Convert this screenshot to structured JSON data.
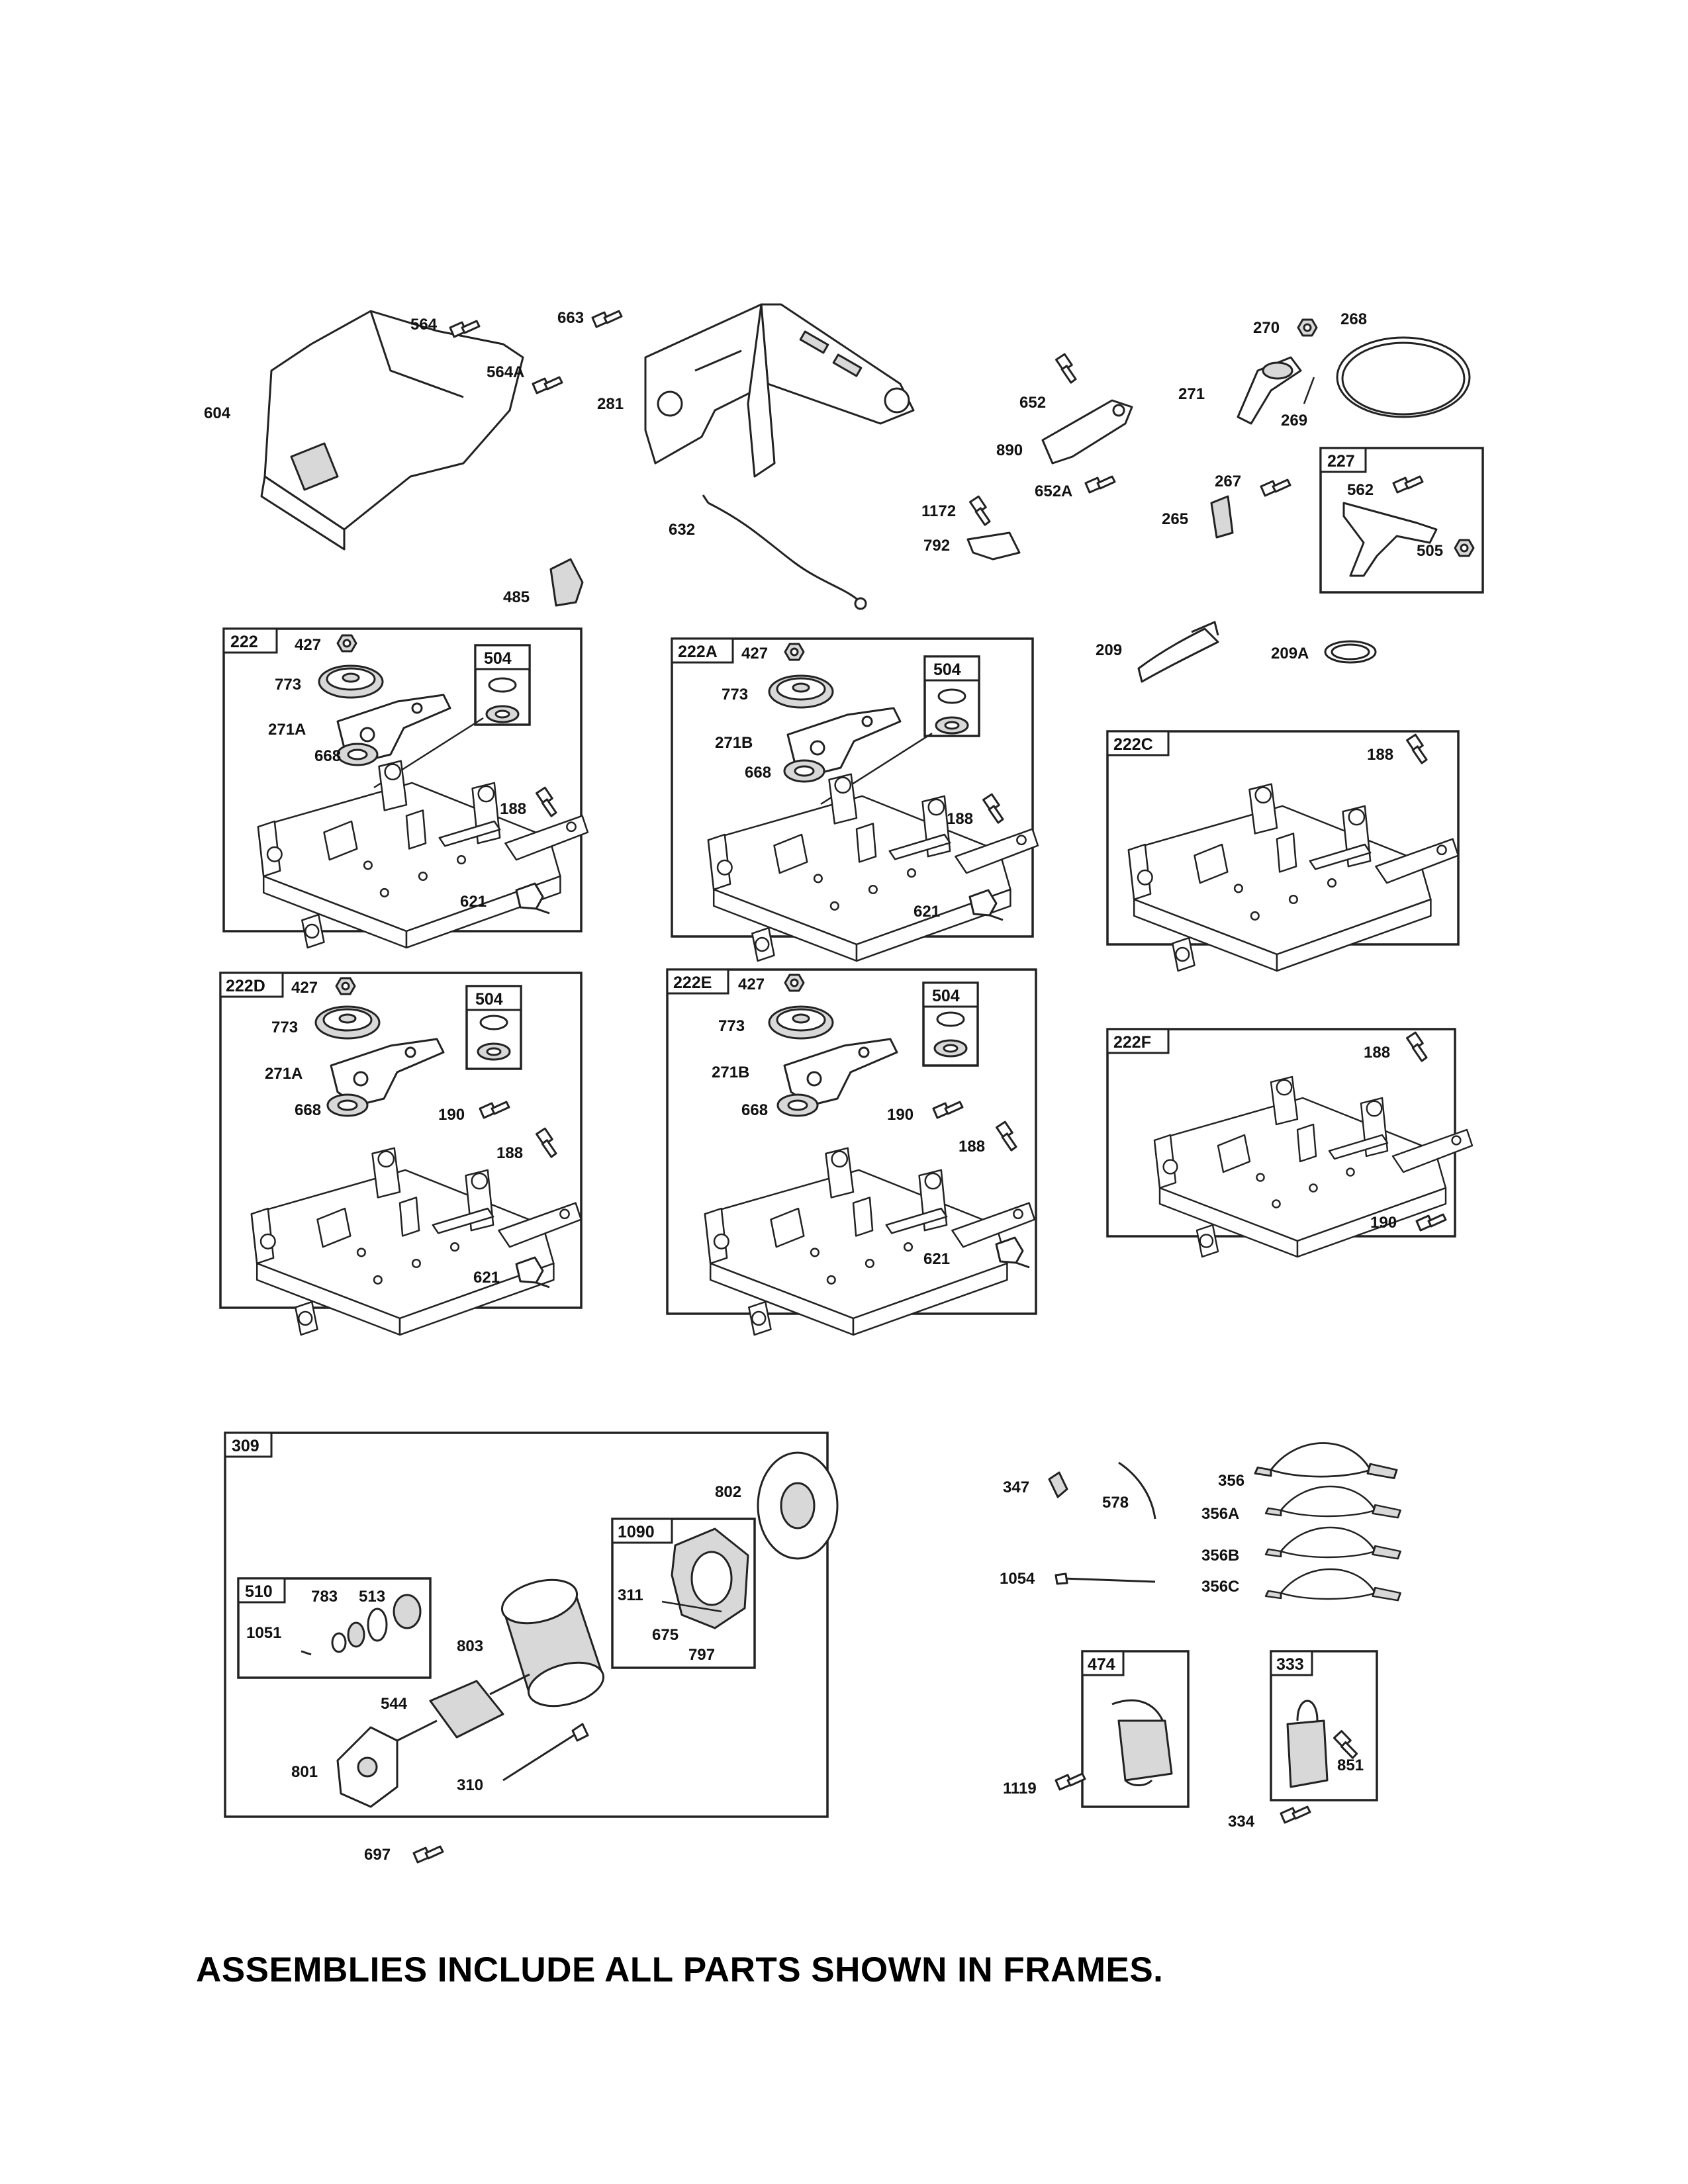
{
  "footer": {
    "note": "ASSEMBLIES INCLUDE ALL PARTS SHOWN IN FRAMES."
  },
  "frames": {
    "f227": "227",
    "f222": "222",
    "f222A": "222A",
    "f222C": "222C",
    "f222D": "222D",
    "f222E": "222E",
    "f222F": "222F",
    "f504a": "504",
    "f504b": "504",
    "f504c": "504",
    "f504d": "504",
    "f309": "309",
    "f1090": "1090",
    "f510": "510",
    "f474": "474",
    "f333": "333"
  },
  "labels": {
    "p604": "604",
    "p564": "564",
    "p564A": "564A",
    "p663": "663",
    "p281": "281",
    "p485": "485",
    "p632": "632",
    "p652": "652",
    "p890": "890",
    "p652A": "652A",
    "p1172": "1172",
    "p792": "792",
    "p270": "270",
    "p268": "268",
    "p271": "271",
    "p269": "269",
    "p267": "267",
    "p265": "265",
    "p562": "562",
    "p505": "505",
    "p209": "209",
    "p209A": "209A",
    "a427": "427",
    "a773": "773",
    "a271A": "271A",
    "a668": "668",
    "a188": "188",
    "a621": "621",
    "b427": "427",
    "b773": "773",
    "b271B": "271B",
    "b668": "668",
    "b188": "188",
    "b621": "621",
    "c188": "188",
    "d427": "427",
    "d773": "773",
    "d271A": "271A",
    "d668": "668",
    "d190": "190",
    "d188": "188",
    "d621": "621",
    "e427": "427",
    "e773": "773",
    "e271B": "271B",
    "e668": "668",
    "e190": "190",
    "e188": "188",
    "e621": "621",
    "f188": "188",
    "f190": "190",
    "s802": "802",
    "s311": "311",
    "s675": "675",
    "s797": "797",
    "s783": "783",
    "s513": "513",
    "s1051": "1051",
    "s803": "803",
    "s544": "544",
    "s801": "801",
    "s310": "310",
    "s697": "697",
    "w347": "347",
    "w578": "578",
    "w356": "356",
    "w356A": "356A",
    "w356B": "356B",
    "w356C": "356C",
    "w1054": "1054",
    "w1119": "1119",
    "w851": "851",
    "w334": "334"
  }
}
